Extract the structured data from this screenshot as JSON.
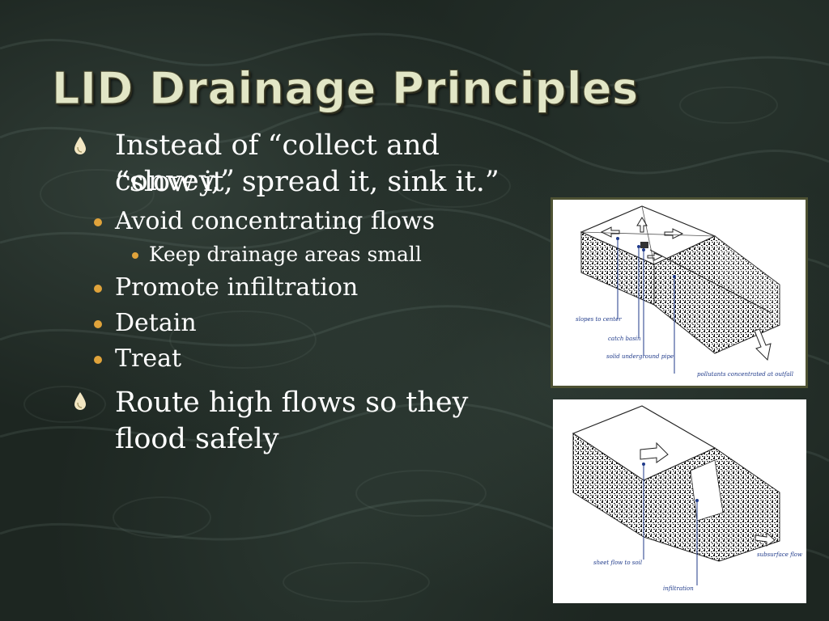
{
  "slide": {
    "title": "LID Drainage Principles",
    "bullets": {
      "b1_line1": "Instead of “collect and convey,”",
      "b1_line2": "“slow it, spread it, sink it.”",
      "sub1": "Avoid concentrating flows",
      "sub1_1": "Keep drainage areas small",
      "sub2": "Promote infiltration",
      "sub3": "Detain",
      "sub4": "Treat",
      "b2_line1": "Route high flows so they",
      "b2_line2": "flood safely"
    },
    "figure_top": {
      "labels": {
        "slopes": "slopes to center",
        "catch": "catch basin",
        "pipe": "solid underground pipe",
        "pollutants": "pollutants concentrated at outfall"
      }
    },
    "figure_bottom": {
      "labels": {
        "sheet": "sheet flow to soil",
        "subsurface": "subsurface flow",
        "infiltration": "infiltration"
      }
    },
    "colors": {
      "background": "#1d2621",
      "title": "#e2e6c6",
      "bullet_primary": "#e0a33b",
      "text": "#ffffff",
      "figure_frame": "#4e5233",
      "label_blue": "#1f3a8a"
    },
    "icons": {
      "primary_bullet": "water-drop-icon",
      "secondary_bullet": "dot-bullet-icon"
    }
  }
}
